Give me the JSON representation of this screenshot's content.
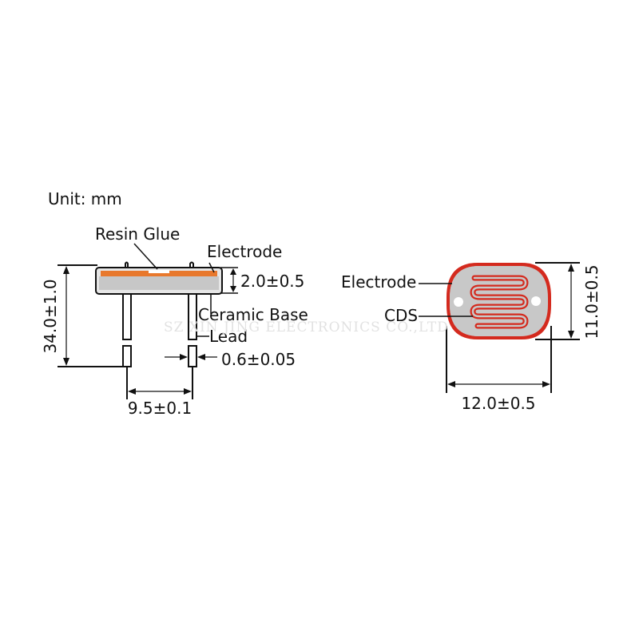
{
  "unit_label": "Unit: mm",
  "side_view": {
    "resin_glue_label": "Resin Glue",
    "electrode_label": "Electrode",
    "ceramic_base_label": "Ceramic Base",
    "lead_label": "Lead",
    "thickness_dim": "2.0±0.5",
    "height_dim": "34.0±1.0",
    "lead_diameter_dim": "0.6±0.05",
    "lead_pitch_dim": "9.5±0.1"
  },
  "top_view": {
    "electrode_label": "Electrode",
    "cds_label": "CDS",
    "width_dim": "12.0±0.5",
    "height_dim": "11.0±0.5"
  },
  "watermark": "SZ XIN JING ELECTRONICS CO.,LTD",
  "colors": {
    "electrode": "#d42a1e",
    "ceramic": "#c8c8c8",
    "orange_layer": "#e8782c",
    "outline": "#111111"
  }
}
